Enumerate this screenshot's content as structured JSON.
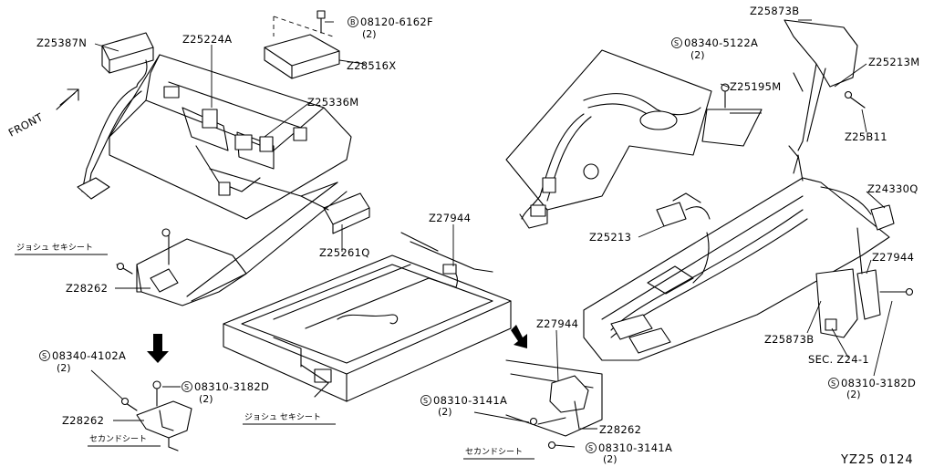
{
  "callouts": [
    {
      "id": "z25387n",
      "text": "Z25387N"
    },
    {
      "id": "z25224a",
      "text": "Z25224A"
    },
    {
      "id": "b08120",
      "text": "08120-6162F",
      "qty": "(2)",
      "prefix": "B"
    },
    {
      "id": "z28516x",
      "text": "Z28516X"
    },
    {
      "id": "z25336m",
      "text": "Z25336M"
    },
    {
      "id": "front",
      "text": "FRONT"
    },
    {
      "id": "z25261q",
      "text": "Z25261Q"
    },
    {
      "id": "z28262a",
      "text": "Z28262"
    },
    {
      "id": "s08340_4102a",
      "text": "08340-4102A",
      "qty": "(2)",
      "prefix": "S"
    },
    {
      "id": "s08310_3182d_l",
      "text": "08310-3182D",
      "qty": "(2)",
      "prefix": "S"
    },
    {
      "id": "z28262b",
      "text": "Z28262"
    },
    {
      "id": "z27944a",
      "text": "Z27944"
    },
    {
      "id": "z27944b",
      "text": "Z27944"
    },
    {
      "id": "s08310_3141a_a",
      "text": "08310-3141A",
      "qty": "(2)",
      "prefix": "S"
    },
    {
      "id": "z28262c",
      "text": "Z28262"
    },
    {
      "id": "s08310_3141a_b",
      "text": "08310-3141A",
      "qty": "(2)",
      "prefix": "S"
    },
    {
      "id": "z25873b_top",
      "text": "Z25873B"
    },
    {
      "id": "s08340_5122a",
      "text": "08340-5122A",
      "qty": "(2)",
      "prefix": "S"
    },
    {
      "id": "z25213m",
      "text": "Z25213M"
    },
    {
      "id": "z25195m",
      "text": "Z25195M"
    },
    {
      "id": "z25b11",
      "text": "Z25B11"
    },
    {
      "id": "z24330q",
      "text": "Z24330Q"
    },
    {
      "id": "z25213",
      "text": "Z25213"
    },
    {
      "id": "z27944c",
      "text": "Z27944"
    },
    {
      "id": "z25873b_bot",
      "text": "Z25873B"
    },
    {
      "id": "sec_z24",
      "text": "SEC. Z24-1"
    },
    {
      "id": "s08310_3182d_r",
      "text": "08310-3182D",
      "qty": "(2)",
      "prefix": "S"
    }
  ],
  "seat_labels": {
    "passenger_seat_1": "ジョシュ セキシート",
    "passenger_seat_2": "ジョシュ セキシート",
    "second_seat_1": "セカンドシート",
    "second_seat_2": "セカンドシート"
  },
  "figure_ref": "YZ25 0124"
}
